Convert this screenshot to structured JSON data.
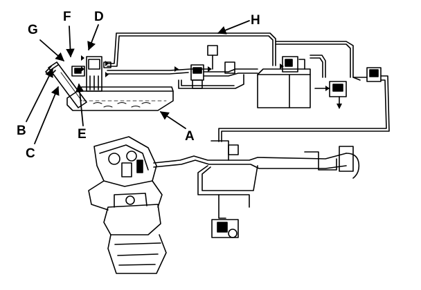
{
  "figure": {
    "labels": {
      "A": "A",
      "B": "B",
      "C": "C",
      "D": "D",
      "E": "E",
      "F": "F",
      "G": "G",
      "H": "H"
    },
    "line_color": "#000000",
    "background": "#ffffff"
  }
}
